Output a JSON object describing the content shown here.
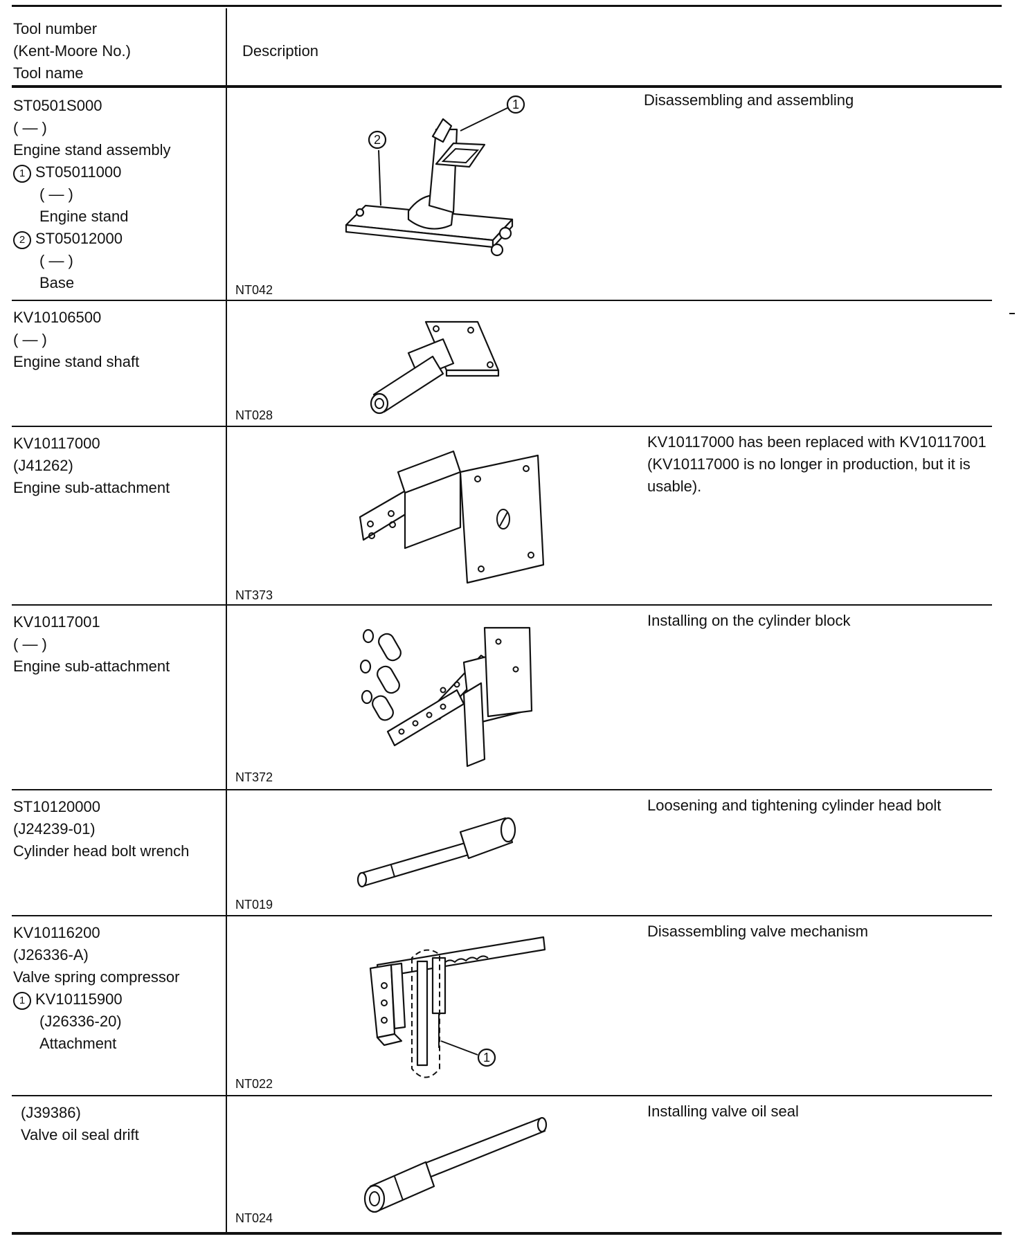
{
  "header": {
    "tool_col": [
      "Tool number",
      "(Kent-Moore No.)",
      "Tool name"
    ],
    "desc_col": "Description"
  },
  "rows": [
    {
      "lines": [
        "ST0501S000",
        "( — )",
        "Engine stand assembly"
      ],
      "subitems": [
        {
          "marker": "1",
          "lines": [
            "ST05011000",
            "( — )",
            "Engine stand"
          ]
        },
        {
          "marker": "2",
          "lines": [
            "ST05012000",
            "( — )",
            "Base"
          ]
        }
      ],
      "description": "Disassembling and assembling",
      "figure_code": "NT042",
      "figure_callouts": [
        "1",
        "2"
      ]
    },
    {
      "lines": [
        "KV10106500",
        "( — )",
        "Engine stand shaft"
      ],
      "description": "",
      "figure_code": "NT028"
    },
    {
      "lines": [
        "KV10117000",
        "(J41262)",
        "Engine sub-attachment"
      ],
      "description": "KV10117000 has been replaced with KV10117001 (KV10117000 is no longer in production, but it is usable).",
      "figure_code": "NT373"
    },
    {
      "lines": [
        "KV10117001",
        "( — )",
        "Engine sub-attachment"
      ],
      "description": "Installing on the cylinder block",
      "figure_code": "NT372"
    },
    {
      "lines": [
        "ST10120000",
        "(J24239-01)",
        "Cylinder head bolt wrench"
      ],
      "description": "Loosening and tightening cylinder head bolt",
      "figure_code": "NT019"
    },
    {
      "lines": [
        "KV10116200",
        "(J26336-A)",
        "Valve spring compressor"
      ],
      "subitems": [
        {
          "marker": "1",
          "lines": [
            "KV10115900",
            "(J26336-20)",
            "Attachment"
          ]
        }
      ],
      "description": "Disassembling valve mechanism",
      "figure_code": "NT022",
      "figure_callouts": [
        "1"
      ]
    },
    {
      "lines": [
        "(J39386)",
        "Valve oil seal drift"
      ],
      "description": "Installing valve oil seal",
      "figure_code": "NT024"
    }
  ]
}
